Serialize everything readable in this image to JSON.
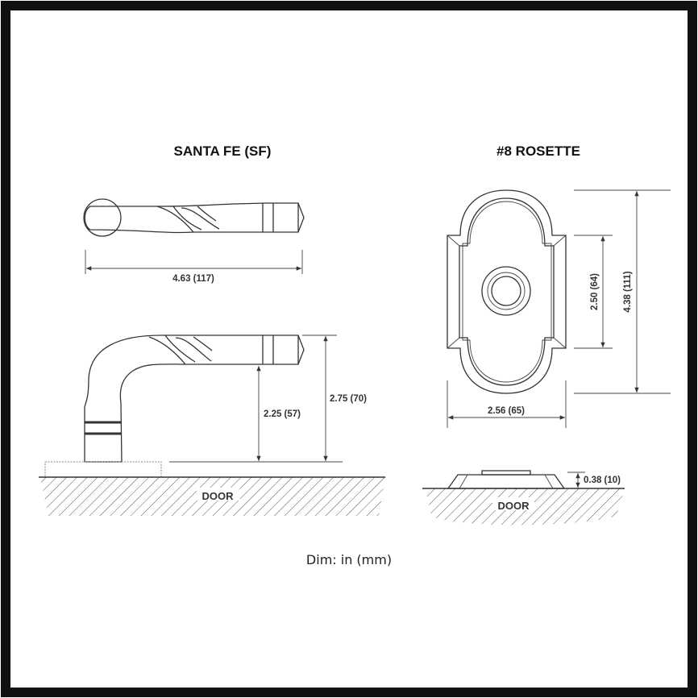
{
  "lever": {
    "title": "SANTA FE (SF)",
    "length_label": "4.63 (117)",
    "height_low_label": "2.25 (57)",
    "height_high_label": "2.75 (70)",
    "door_label": "DOOR"
  },
  "rosette": {
    "title": "#8 ROSETTE",
    "width_label": "2.56 (65)",
    "inner_height_label": "2.50 (64)",
    "height_label": "4.38 (111)",
    "projection_label": "0.38 (10)",
    "door_label": "DOOR"
  },
  "units_note": "Dim: in (mm)",
  "colors": {
    "frame": "#111111",
    "line": "#333333"
  }
}
